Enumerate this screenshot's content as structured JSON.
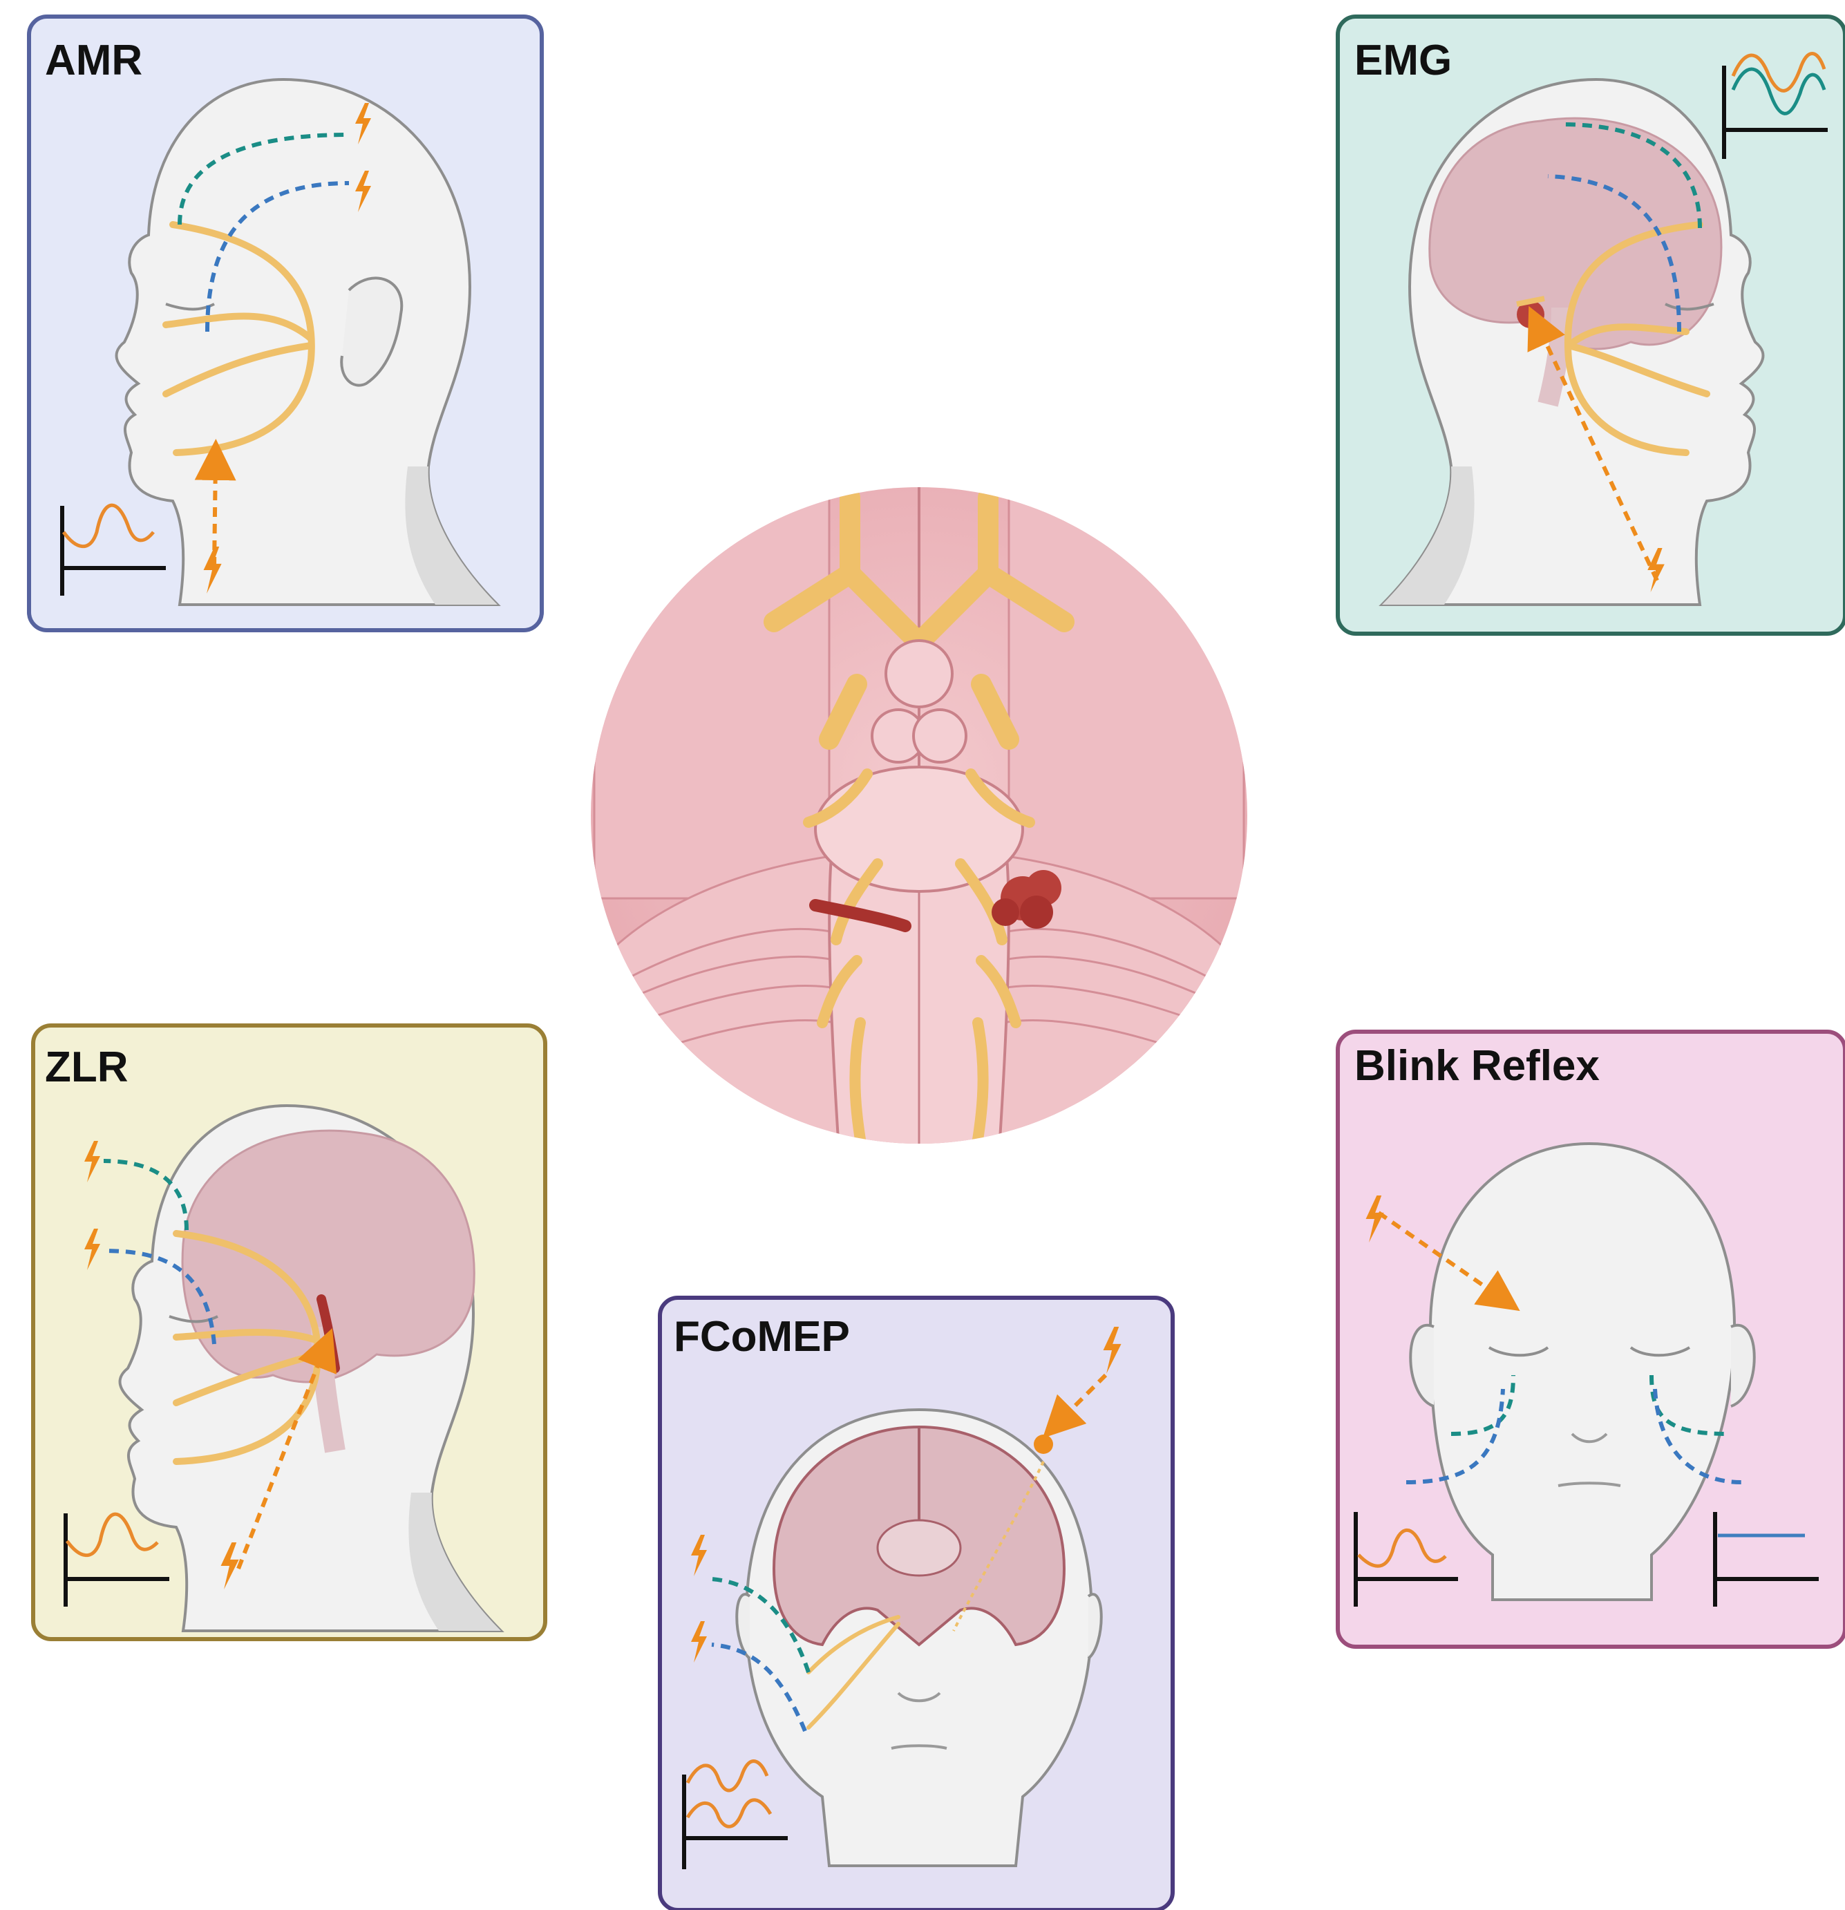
{
  "figure": {
    "center": {
      "name": "brainstem-cranial-nerves-illustration"
    },
    "panels": [
      {
        "id": "amr",
        "title": "AMR",
        "fill": "#e4e8f8",
        "border": "#56639f",
        "view": "profile-left",
        "brain": false
      },
      {
        "id": "emg",
        "title": "EMG",
        "fill": "#d5ece8",
        "border": "#2f6a5c",
        "view": "profile-right",
        "brain": true
      },
      {
        "id": "zlr",
        "title": "ZLR",
        "fill": "#f3f1d5",
        "border": "#9a7f35",
        "view": "profile-left",
        "brain": true
      },
      {
        "id": "fcomep",
        "title": "FCoMEP",
        "fill": "#e3e0f3",
        "border": "#4a3a7e",
        "view": "frontal-brain",
        "brain": true
      },
      {
        "id": "blink",
        "title": "Blink Reflex",
        "fill": "#f4d6ea",
        "border": "#9c4e7c",
        "view": "frontal",
        "brain": false
      }
    ]
  },
  "colors": {
    "nerve": "#efc06a",
    "stimulus": "#ee8c1c",
    "trace_orange": "#e98a2c",
    "trace_teal": "#1a8d86",
    "trace_blue": "#3f7fbf",
    "dash_teal": "#1a8d86",
    "dash_blue": "#3a78c0",
    "tumor": "#b8403a",
    "vessel": "#a8322e",
    "skin": "#f2f2f2",
    "brain": "#ddb8bf"
  },
  "icons": [
    "lightning-bolt-icon",
    "waveform-trace-icon",
    "recording-electrode-icon"
  ]
}
